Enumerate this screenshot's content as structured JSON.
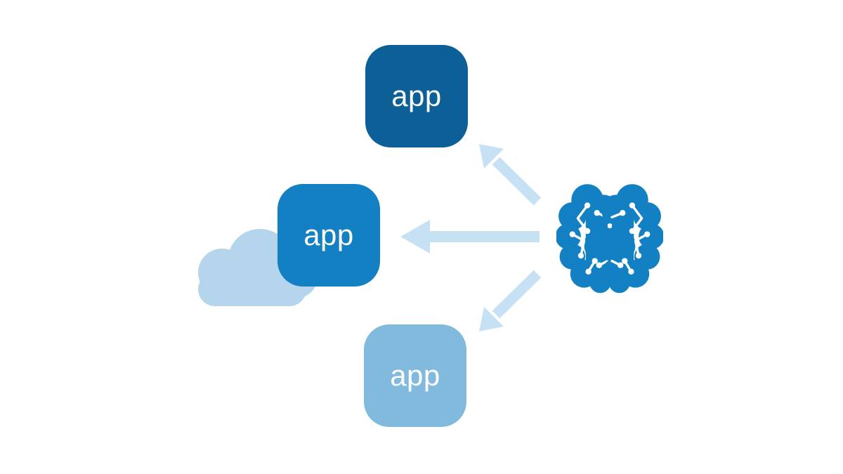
{
  "diagram": {
    "title": "brain distributing to apps",
    "colors": {
      "background": "#ffffff",
      "app_dark": "#0d6097",
      "app_medium": "#1280c2",
      "app_light": "#82badd",
      "arrow": "#c6e0f4",
      "cloud": "#b4d5ec",
      "brain": "#1280c2",
      "label_text": "#ffffff",
      "circuit": "#ffffff"
    },
    "nodes": {
      "app_top": {
        "label": "app",
        "color": "#0d6097"
      },
      "app_middle": {
        "label": "app",
        "color": "#1280c2"
      },
      "app_bottom": {
        "label": "app",
        "color": "#82badd"
      }
    },
    "decorations": {
      "cloud": {
        "position": "behind middle app",
        "color": "#b4d5ec"
      },
      "brain": {
        "position": "right side",
        "style": "circuit-brain",
        "color": "#1280c2"
      }
    },
    "arrows": [
      {
        "name": "brain-to-top-app",
        "direction": "up-left",
        "color": "#c6e0f4"
      },
      {
        "name": "brain-to-middle-app",
        "direction": "left",
        "color": "#c6e0f4"
      },
      {
        "name": "brain-to-bottom-app",
        "direction": "down-left",
        "color": "#c6e0f4"
      }
    ]
  }
}
